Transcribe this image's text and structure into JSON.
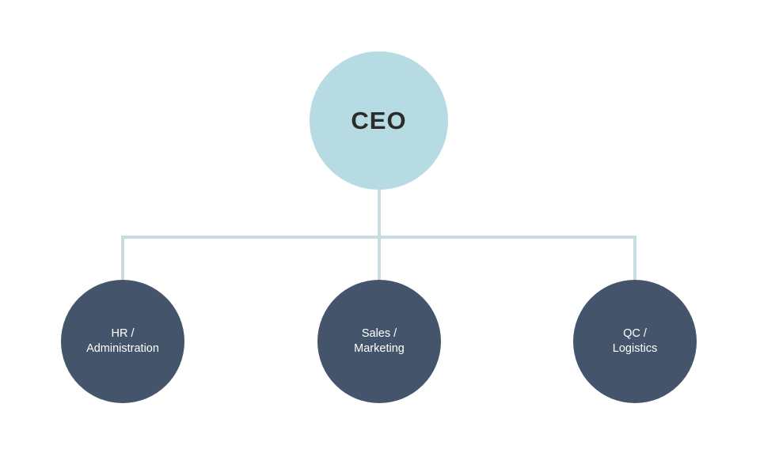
{
  "colors": {
    "root_fill": "#b6dbe2",
    "root_text": "#2b2b2b",
    "child_fill": "#44546b",
    "child_text": "#ffffff",
    "connector": "#c6dcdf"
  },
  "root": {
    "label": "CEO"
  },
  "departments": [
    {
      "line1": "HR /",
      "line2": "Administration"
    },
    {
      "line1": "Sales /",
      "line2": "Marketing"
    },
    {
      "line1": "QC /",
      "line2": "Logistics"
    }
  ]
}
